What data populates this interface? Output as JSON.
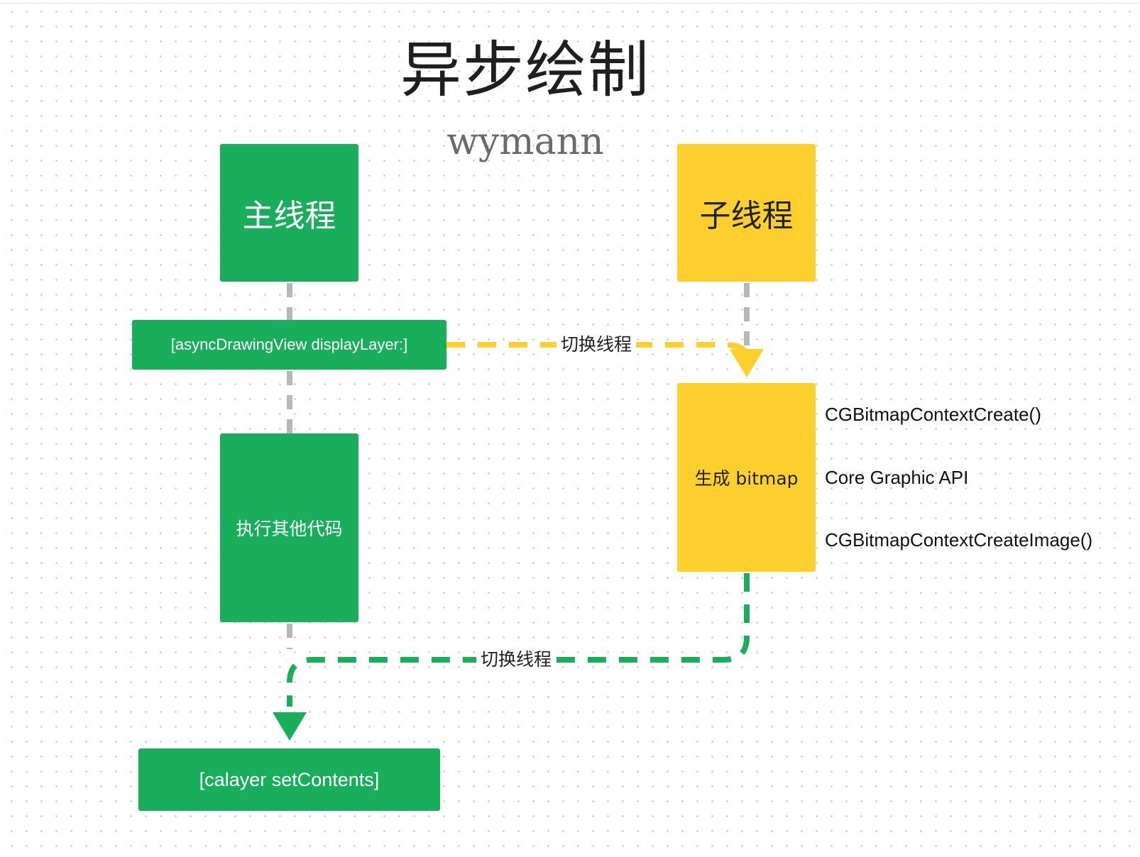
{
  "title": "异步绘制",
  "author": "wymann",
  "colors": {
    "main_thread": "#19ae5c",
    "sub_thread": "#fdd02d",
    "connector_gray": "#b8b8b8"
  },
  "nodes": {
    "main_thread": "主线程",
    "sub_thread": "子线程",
    "display_layer": "[asyncDrawingView displayLayer:]",
    "other_code": "执行其他代码",
    "generate_bitmap": "生成 bitmap",
    "set_contents": "[calayer setContents]"
  },
  "bitmap_apis": [
    "CGBitmapContextCreate()",
    "Core Graphic API",
    "CGBitmapContextCreateImage()"
  ],
  "edges": {
    "to_sub_thread": "切换线程",
    "to_main_thread": "切换线程"
  }
}
